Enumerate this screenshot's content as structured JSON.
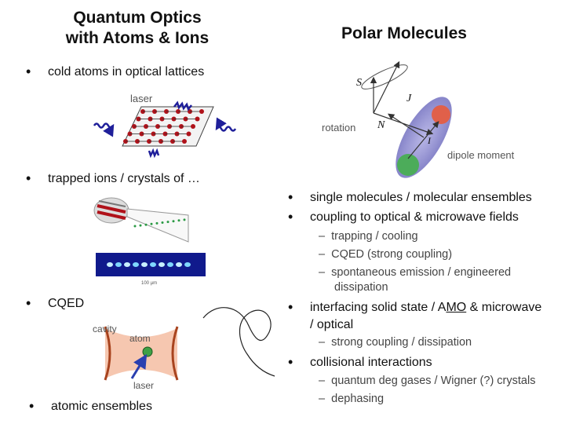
{
  "left_title": {
    "line1": "Quantum Optics",
    "line2": "with Atoms & Ions"
  },
  "right_title": "Polar Molecules",
  "left_bullets": {
    "b1": "cold atoms in optical lattices",
    "b2": "trapped ions / crystals of …",
    "b3": "CQED",
    "b4": "atomic ensembles"
  },
  "lattice_fig": {
    "laser_label": "laser"
  },
  "cqed_fig": {
    "cavity_label": "cavity",
    "atom_label": "atom",
    "laser_label": "laser"
  },
  "molecule_fig": {
    "rotation_label": "rotation",
    "dipole_label": "dipole moment",
    "S_label": "S",
    "J_label": "J",
    "N_label": "N",
    "I_label": "I"
  },
  "ion_scale_label": "100 µm",
  "right_bullets": {
    "b1": "single molecules / molecular ensembles",
    "b2": "coupling to optical & microwave fields",
    "b2_subs": [
      "trapping / cooling",
      "CQED (strong coupling)",
      "spontaneous emission / engineered",
      "dissipation"
    ],
    "b3_part1": "interfacing solid state / A",
    "b3_underline": "MO",
    "b3_part2": " & microwave",
    "b3_line2": "/ optical",
    "b3_subs": [
      "strong coupling / dissipation"
    ],
    "b4": "collisional interactions",
    "b4_subs": [
      "quantum deg gases / Wigner (?) crystals",
      "dephasing"
    ]
  },
  "bullet_symbol": "•",
  "dash_symbol": "–",
  "colors": {
    "laser_wave": "#1f1f9a",
    "lattice_site": "#b0121a",
    "cavity_fill": "#f6c7b0",
    "cavity_mirror": "#a8431e"
  }
}
